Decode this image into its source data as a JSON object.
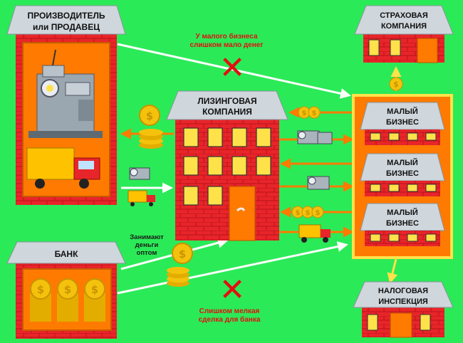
{
  "nodes": {
    "producer": {
      "line1": "ПРОИЗВОДИТЕЛЬ",
      "line2": "или ПРОДАВЕЦ"
    },
    "leasing": {
      "line1": "ЛИЗИНГОВАЯ",
      "line2": "КОМПАНИЯ"
    },
    "insurance": {
      "line1": "СТРАХОВАЯ",
      "line2": "КОМПАНИЯ"
    },
    "small_business": [
      {
        "line1": "МАЛЫЙ",
        "line2": "БИЗНЕС"
      },
      {
        "line1": "МАЛЫЙ",
        "line2": "БИЗНЕС"
      },
      {
        "line1": "МАЛЫЙ",
        "line2": "БИЗНЕС"
      }
    ],
    "bank": {
      "line1": "БАНК"
    },
    "tax": {
      "line1": "НАЛОГОВАЯ",
      "line2": "ИНСПЕКЦИЯ"
    }
  },
  "notes": {
    "not_enough_money": {
      "line1": "У малого бизнеса",
      "line2": "слишком мало денег"
    },
    "borrow_wholesale": {
      "line1": "Занимают",
      "line2": "деньги",
      "line3": "оптом"
    },
    "too_small_deal": {
      "line1": "Слишком мелкая",
      "line2": "сделка для банка"
    }
  },
  "symbols": {
    "coin": "$",
    "cross": "✕"
  },
  "colors": {
    "background": "#2bea57",
    "brick": "#e8252a",
    "roof": "#cfd6dc",
    "orange": "#ff7a00",
    "coin": "#f4c20d",
    "arrow_white": "#ffffff",
    "arrow_orange": "#ff7a00",
    "cross": "#e01010"
  }
}
